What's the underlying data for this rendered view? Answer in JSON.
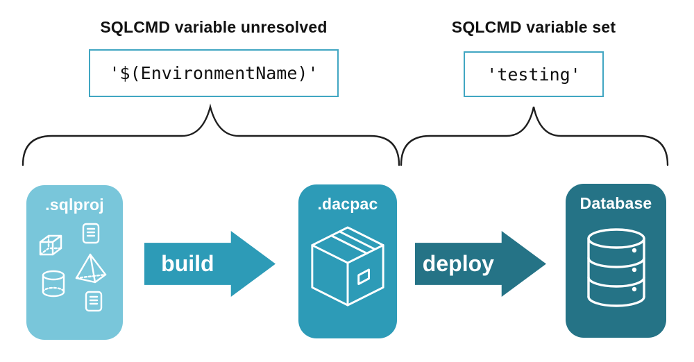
{
  "annotations": {
    "left": {
      "heading": "SQLCMD variable unresolved",
      "code": "'$(EnvironmentName)'"
    },
    "right": {
      "heading": "SQLCMD variable set",
      "code": "'testing'"
    }
  },
  "pipeline": {
    "nodes": [
      {
        "id": "sqlproj",
        "label": ".sqlproj",
        "color": "#79C6DA",
        "icon": "sql-objects-icon"
      },
      {
        "id": "dacpac",
        "label": ".dacpac",
        "color": "#2D9BB7",
        "icon": "package-box-icon"
      },
      {
        "id": "database",
        "label": "Database",
        "color": "#257386",
        "icon": "database-cylinder-icon"
      }
    ],
    "arrows": [
      {
        "id": "build",
        "label": "build",
        "color": "#2D9BB7"
      },
      {
        "id": "deploy",
        "label": "deploy",
        "color": "#257386"
      }
    ]
  },
  "colors": {
    "code_box_border": "#41A6C2",
    "brace_stroke": "#1F1F1F",
    "heading_text": "#111111",
    "code_text": "#111111",
    "node_label_text": "#FFFFFF",
    "background": "#FFFFFF"
  }
}
